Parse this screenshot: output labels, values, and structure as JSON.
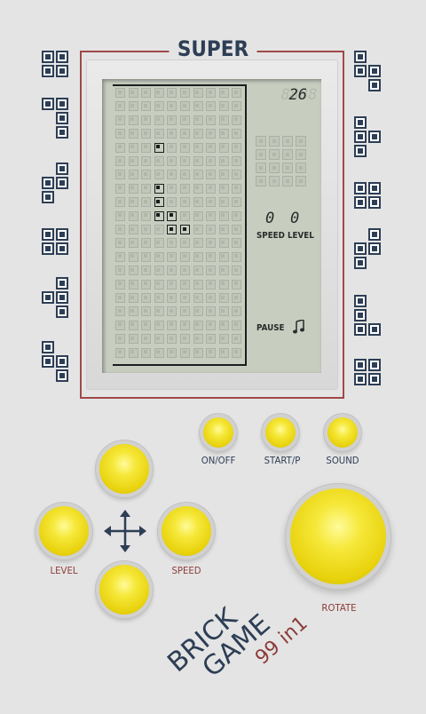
{
  "title": "SUPER",
  "score": {
    "ghost": "8888",
    "value": "26"
  },
  "speed_value": "0",
  "level_value": "0",
  "labels": {
    "speed_level": "SPEED LEVEL",
    "pause": "PAUSE"
  },
  "sound_icon": "music-note-icon",
  "playfield": {
    "cols": 10,
    "rows": 20,
    "filled": [
      [
        3,
        4
      ],
      [
        3,
        7
      ],
      [
        3,
        8
      ],
      [
        3,
        9
      ],
      [
        4,
        9
      ],
      [
        4,
        10
      ],
      [
        5,
        10
      ]
    ]
  },
  "buttons": {
    "on_off": "ON/OFF",
    "start_pause": "START/P",
    "sound": "SOUND",
    "level": "LEVEL",
    "speed": "SPEED",
    "rotate": "ROTATE"
  },
  "logo": {
    "line1": "BRICK",
    "line2": "GAME",
    "sub": "99 in1"
  },
  "colors": {
    "frame": "#a04848",
    "navy": "#2d3e55",
    "lcd": "#c7cec0",
    "button": "#f0dc1a"
  }
}
